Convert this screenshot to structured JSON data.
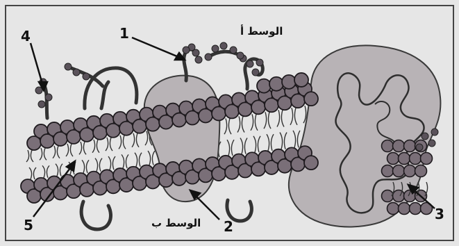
{
  "diagram": {
    "labels": {
      "medium_a": "الوسط أ",
      "medium_b": "الوسط ب",
      "n1": "1",
      "n2": "2",
      "n3": "3",
      "n4": "4",
      "n5": "5"
    },
    "colors": {
      "background": "#e6e6e6",
      "frame": "#444444",
      "head_fill": "#7a6f78",
      "head_stroke": "#1e1a1e",
      "protein_fill": "#b8b3b6",
      "protein_stroke": "#3a3a3a",
      "chain_stroke": "#333333",
      "arrow": "#111111"
    }
  }
}
